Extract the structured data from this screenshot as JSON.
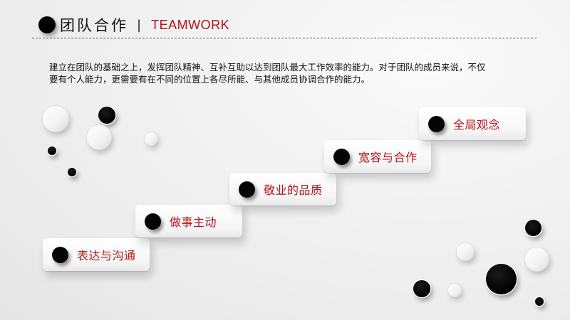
{
  "header": {
    "title": "团队合作",
    "separator": "|",
    "subtitle_en": "TEAMWORK",
    "accent_color": "#b5121b"
  },
  "description": {
    "line1": "建立在团队的基础之上，发挥团队精神、互补互助以达到团队最大工作效率的能力。对于团队的成员来说，不仅",
    "line2": "要有个人能力，更需要有在不同的位置上各尽所能、与其他成员协调合作的能力。"
  },
  "steps": [
    {
      "label": "表达与沟通",
      "icon": "black-dot-icon"
    },
    {
      "label": "做事主动",
      "icon": "black-dot-icon"
    },
    {
      "label": "敬业的品质",
      "icon": "black-dot-icon"
    },
    {
      "label": "宽容与合作",
      "icon": "black-dot-icon"
    },
    {
      "label": "全局观念",
      "icon": "black-dot-icon"
    }
  ],
  "colors": {
    "label_red": "#b5121b",
    "dot_black": "#000000",
    "background": "#efefef"
  }
}
